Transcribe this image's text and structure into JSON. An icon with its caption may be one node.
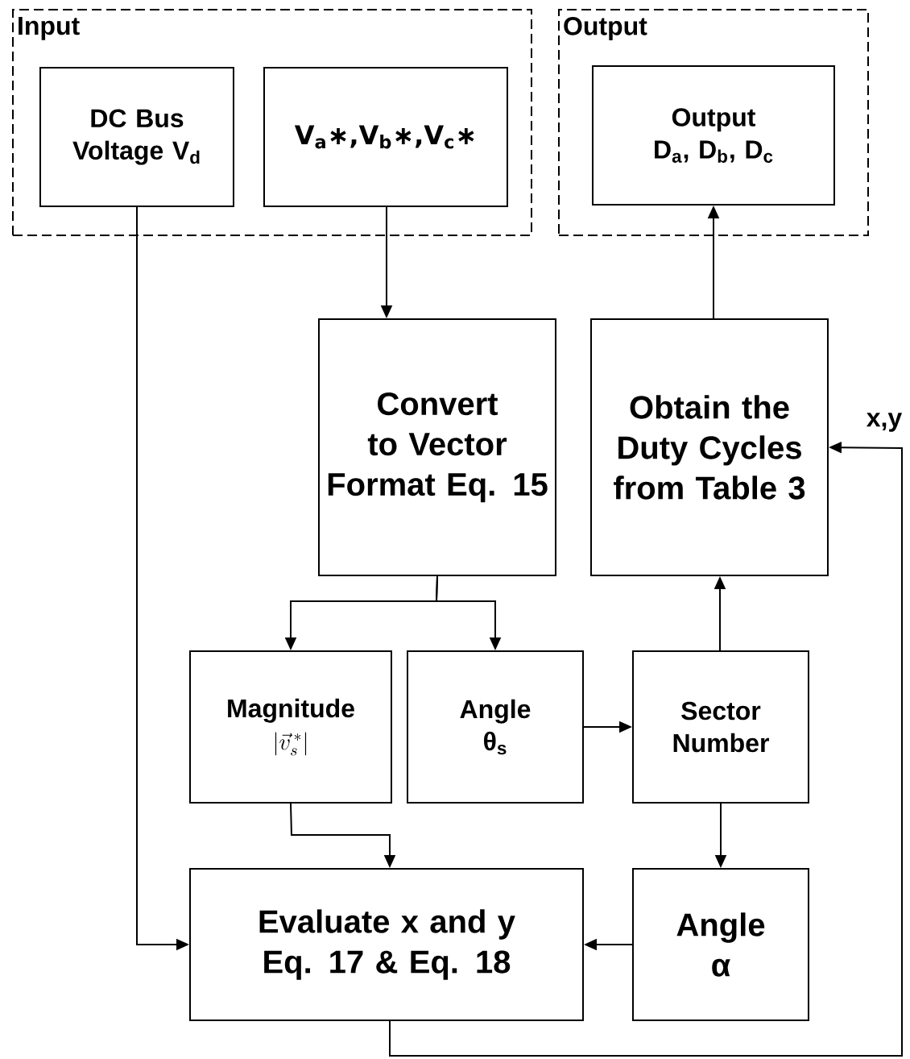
{
  "diagram": {
    "nodes": [
      {
        "text": [
          "Input"
        ]
      },
      {
        "text": [
          "DC Bus Voltage V$_{d}$"
        ],
        "in": 0
      },
      {
        "text": [
          "V$_{a}$∗,V$_{b}$∗,V$_{c}$∗"
        ],
        "in": 0
      },
      {
        "text": [
          "Output"
        ]
      },
      {
        "text": [
          "Output D$_{a}$, D$_{b}$, D$_{c}$"
        ],
        "in": 3
      },
      {
        "text": [
          "Convert to Vector Format Eq. 15"
        ]
      },
      {
        "text": [
          "Obtain the Duty Cycles from Table 3"
        ]
      },
      {
        "text": [
          "Magnitude",
          "\\left|\\vec{v}_{s}^{\\,*}\\right|"
        ]
      },
      {
        "text": [
          "Angle θ$_{s}$"
        ]
      },
      {
        "text": [
          "Sector Number"
        ]
      },
      {
        "text": [
          "Evaluate x and y Eq. 17 & Eq. 18"
        ]
      },
      {
        "text": [
          "Angle α"
        ]
      }
    ],
    "edges": [
      {
        "from": 1,
        "to": 10,
        "arrow": "to"
      },
      {
        "from": 2,
        "to": 5,
        "arrow": "to"
      },
      {
        "from": 5,
        "to": 7,
        "arrow": "to"
      },
      {
        "from": 5,
        "to": 8,
        "arrow": "to"
      },
      {
        "from": 8,
        "to": 9,
        "arrow": "to"
      },
      {
        "from": 9,
        "to": 6,
        "arrow": "to"
      },
      {
        "from": 6,
        "to": 4,
        "arrow": "to"
      },
      {
        "from": 9,
        "to": 11,
        "arrow": "to"
      },
      {
        "from": 11,
        "to": 10,
        "arrow": "to"
      },
      {
        "from": 7,
        "to": 10,
        "arrow": "to"
      },
      {
        "from": 10,
        "to": 6,
        "arrow": "to",
        "label": "x,y"
      }
    ]
  }
}
